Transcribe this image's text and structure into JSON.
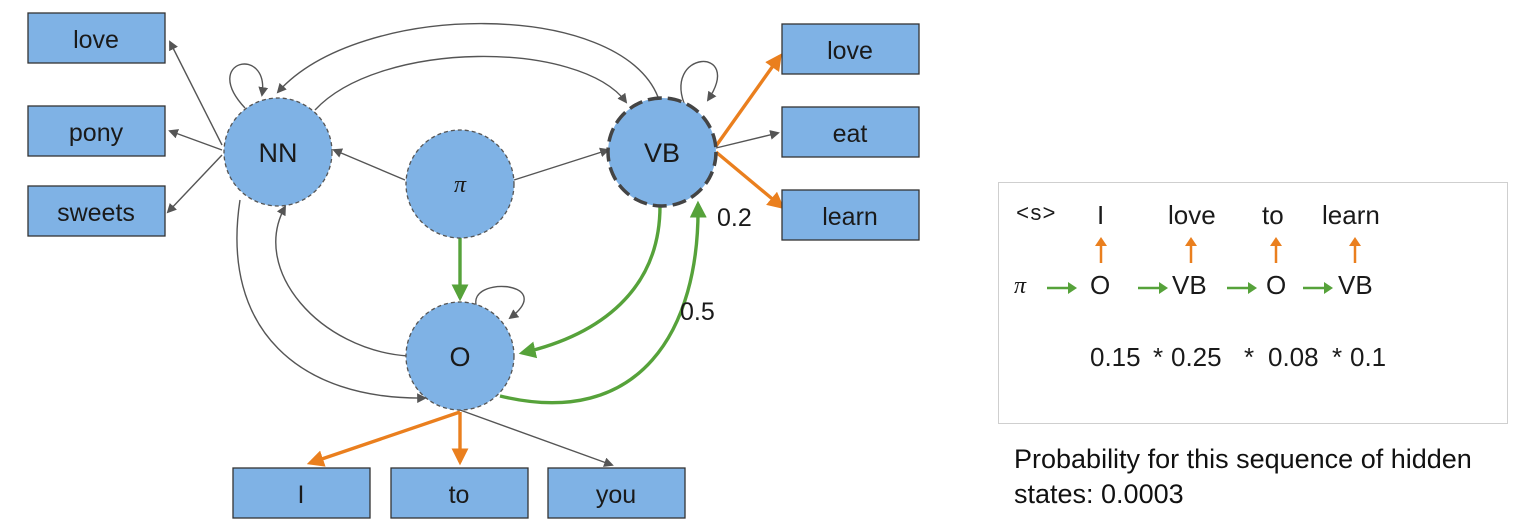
{
  "states": {
    "nn": "NN",
    "vb": "VB",
    "pi": "π",
    "o": "O"
  },
  "emissions": {
    "nn": [
      "love",
      "pony",
      "sweets"
    ],
    "vb": [
      "love",
      "eat",
      "learn"
    ],
    "o": [
      "I",
      "to",
      "you"
    ]
  },
  "edge_labels": {
    "vb_emit": "0.2",
    "o_to_vb": "0.5"
  },
  "colors": {
    "node_fill": "#7fb2e5",
    "word_box": "#7fb2e5",
    "emission_highlight": "#ea7f1e",
    "transition_highlight": "#56a23a",
    "edge": "#555555"
  },
  "sequence": {
    "words": [
      "<s>",
      "I",
      "love",
      "to",
      "learn"
    ],
    "states": [
      "π",
      "O",
      "VB",
      "O",
      "VB"
    ],
    "probs": [
      "0.15",
      "*",
      "0.25",
      "*",
      "0.08",
      "*",
      "0.1"
    ]
  },
  "caption": "Probability for this sequence of hidden states: 0.0003"
}
